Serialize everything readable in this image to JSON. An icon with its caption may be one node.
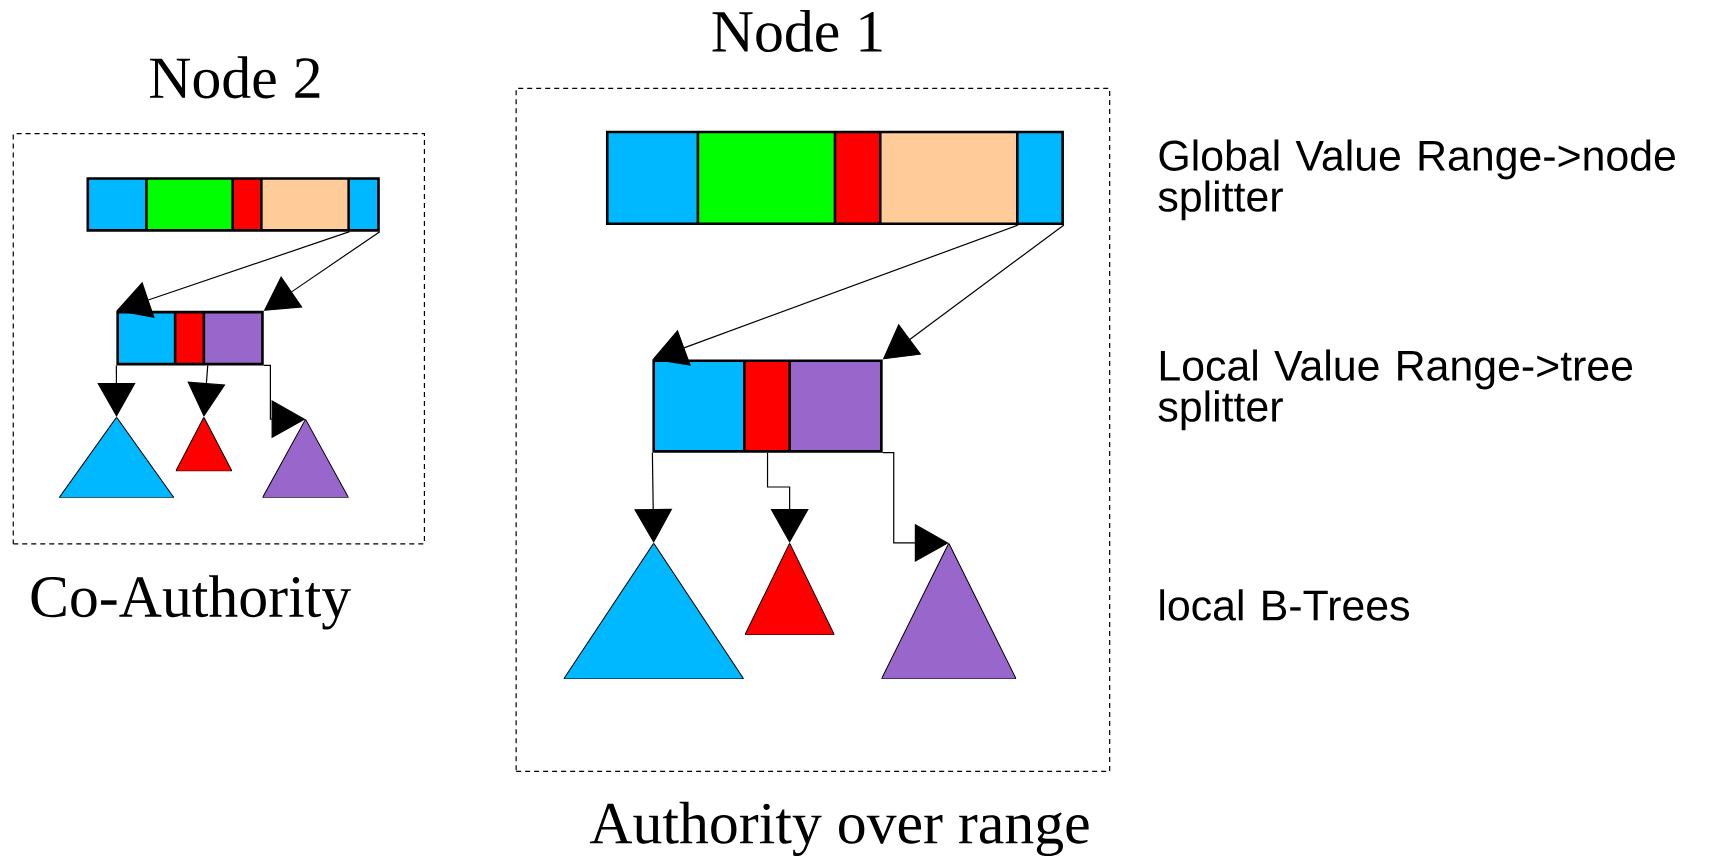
{
  "diagram": {
    "nodes": [
      {
        "text": [
          "Node 2"
        ],
        "beside": [
          "Co-Authority"
        ]
      },
      {
        "text": [],
        "shape": "bar",
        "in": 0
      },
      {
        "text": [],
        "shape": "bar",
        "in": 0
      },
      {
        "text": [],
        "shape": "triangle",
        "in": 0
      },
      {
        "text": [],
        "shape": "triangle",
        "in": 0
      },
      {
        "text": [],
        "shape": "triangle",
        "in": 0
      },
      {
        "text": [
          "Node 1"
        ],
        "beside": [
          "Authority over range"
        ]
      },
      {
        "text": [],
        "shape": "bar",
        "in": 6
      },
      {
        "text": [],
        "shape": "bar",
        "in": 6
      },
      {
        "text": [],
        "shape": "triangle",
        "in": 6
      },
      {
        "text": [],
        "shape": "triangle",
        "in": 6
      },
      {
        "text": [],
        "shape": "triangle",
        "in": 6
      }
    ],
    "edges": [
      {
        "from": 1,
        "to": 2,
        "arrow": "to"
      },
      {
        "from": 1,
        "to": 2,
        "arrow": "to"
      },
      {
        "from": 2,
        "to": 3,
        "arrow": "to"
      },
      {
        "from": 2,
        "to": 4,
        "arrow": "to"
      },
      {
        "from": 2,
        "to": 5,
        "arrow": "to"
      },
      {
        "from": 7,
        "to": 8,
        "arrow": "to"
      },
      {
        "from": 7,
        "to": 8,
        "arrow": "to"
      },
      {
        "from": 8,
        "to": 9,
        "arrow": "to"
      },
      {
        "from": 8,
        "to": 10,
        "arrow": "to"
      },
      {
        "from": 8,
        "to": 11,
        "arrow": "to"
      }
    ],
    "labels": [
      "Global Value Range->node splitter",
      "Local Value Range->tree splitter",
      "local B-Trees"
    ]
  }
}
